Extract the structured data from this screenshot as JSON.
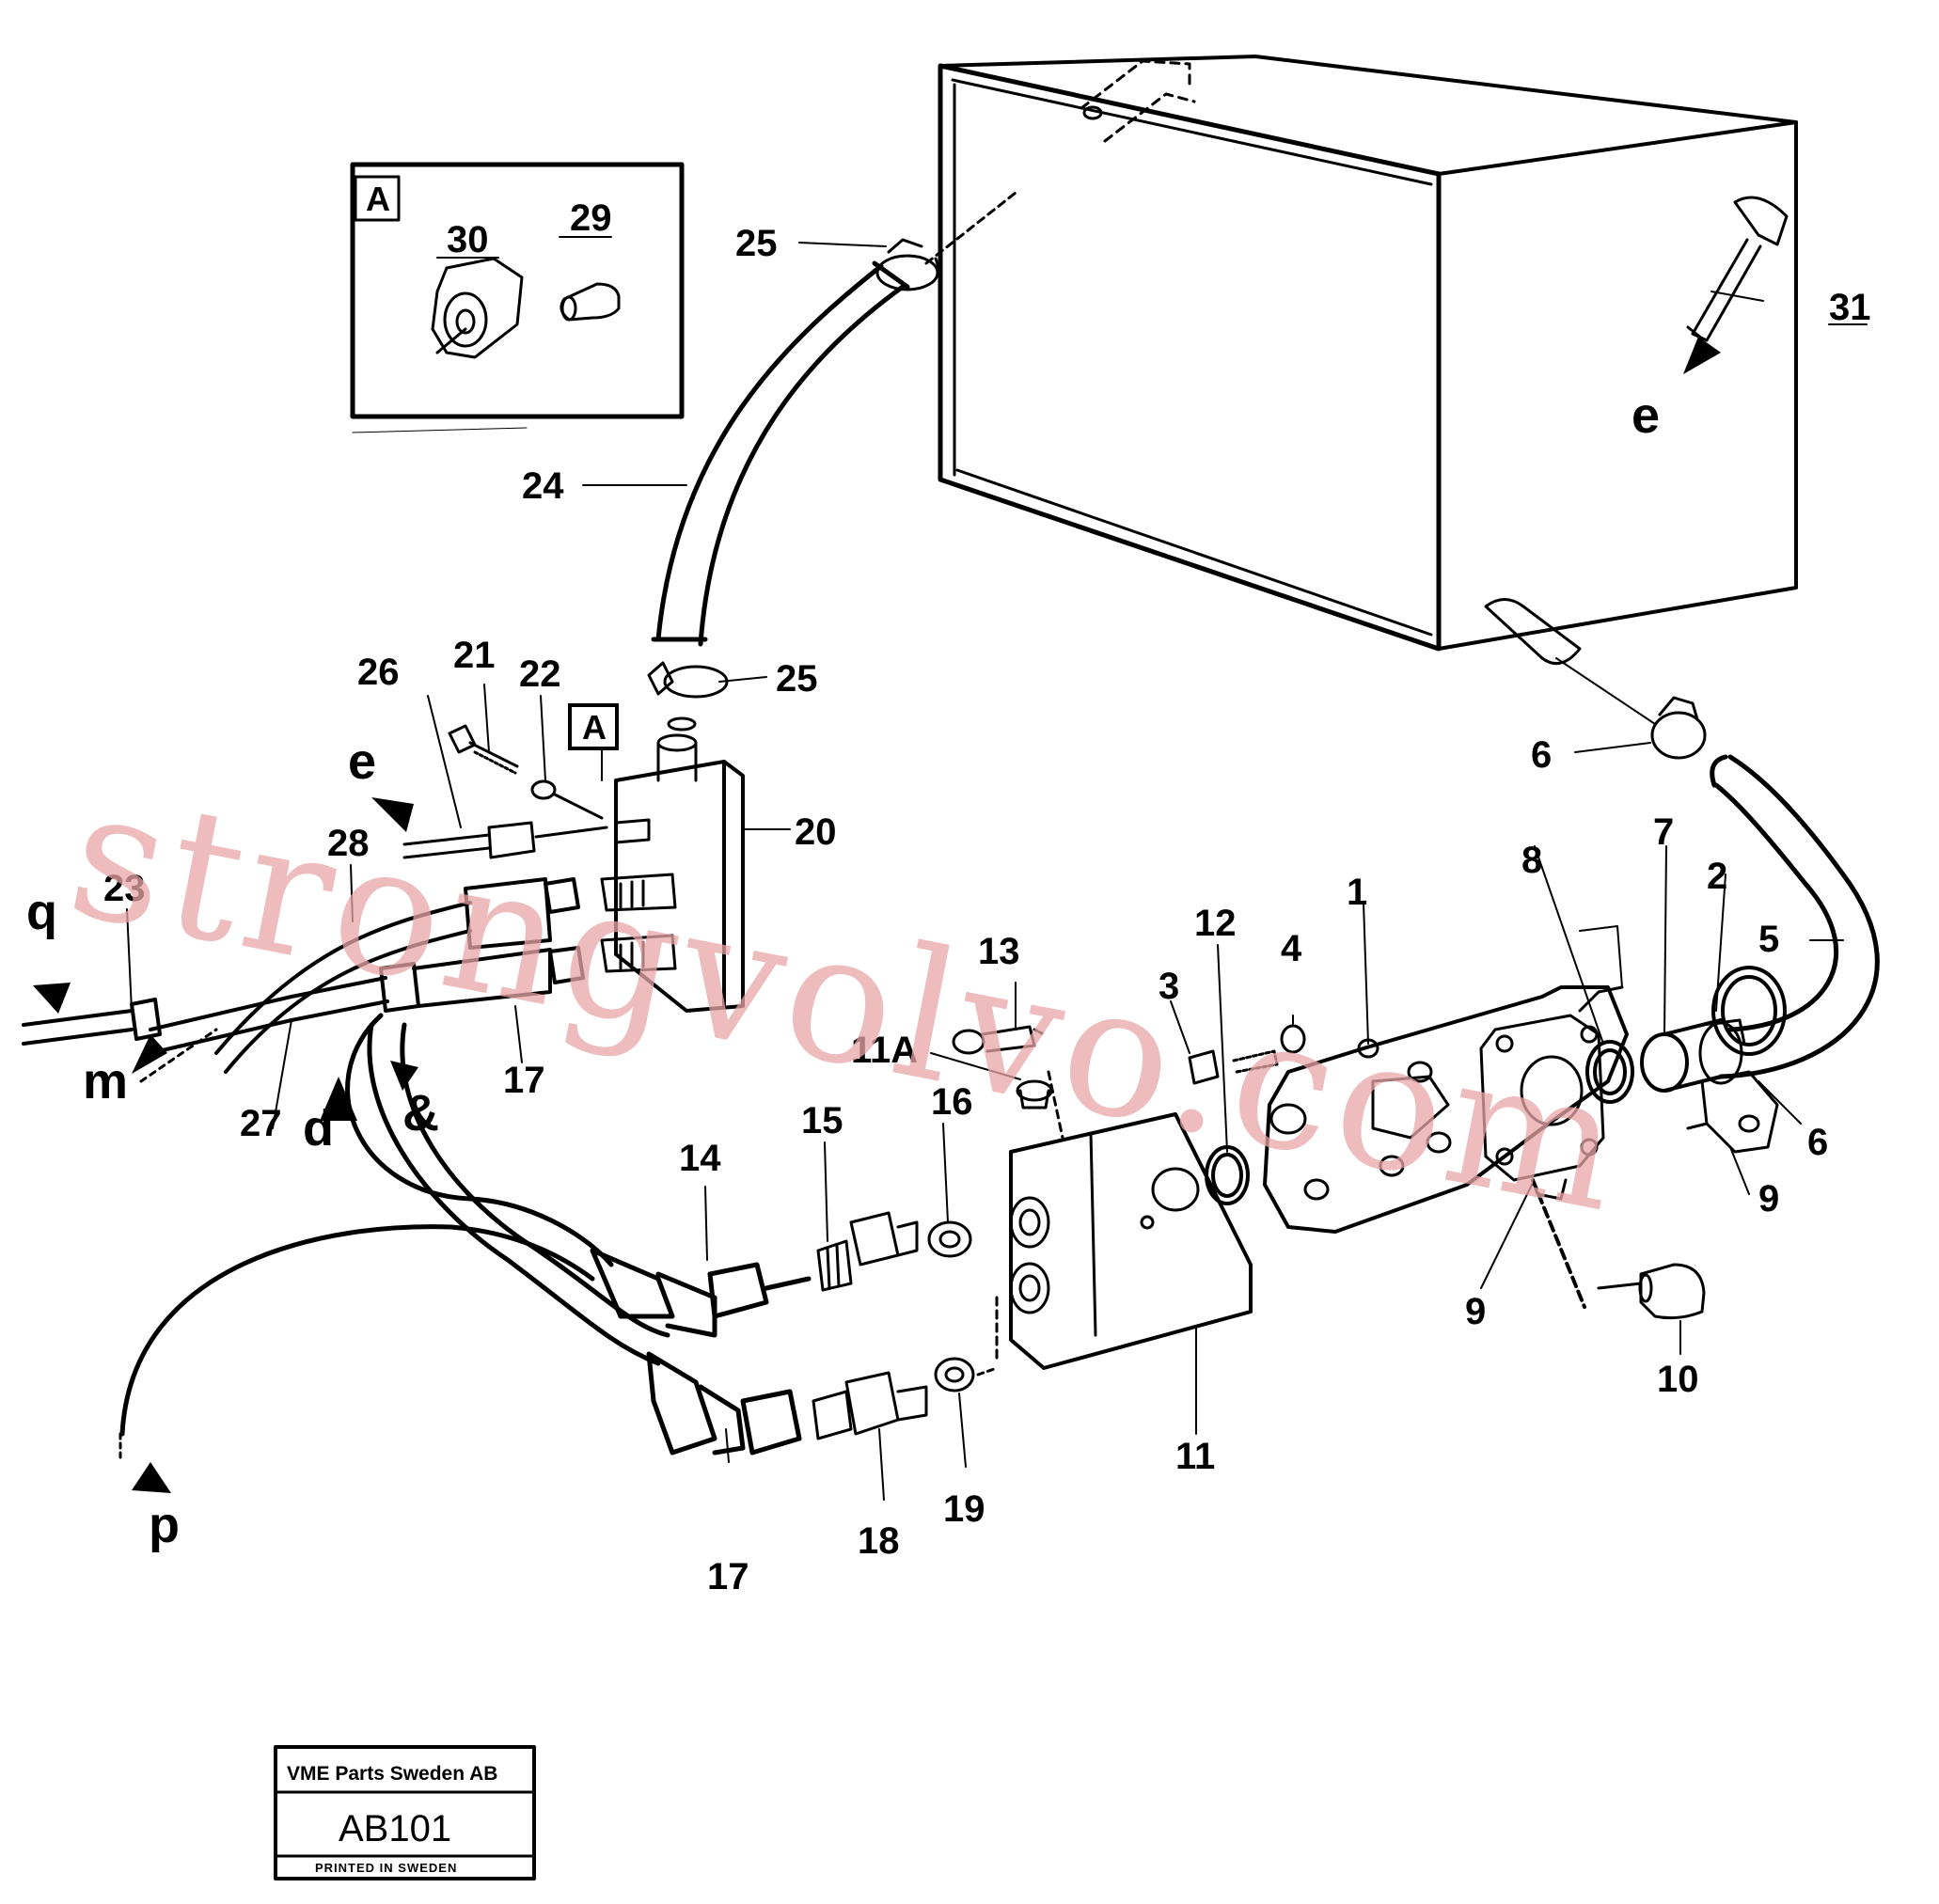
{
  "callouts": {
    "c1": "1",
    "c2": "2",
    "c3": "3",
    "c4": "4",
    "c5": "5",
    "c6a": "6",
    "c6b": "6",
    "c7": "7",
    "c8": "8",
    "c9a": "9",
    "c9b": "9",
    "c10": "10",
    "c11": "11",
    "c11a": "11A",
    "c12": "12",
    "c13": "13",
    "c14": "14",
    "c15": "15",
    "c16": "16",
    "c17a": "17",
    "c17b": "17",
    "c18": "18",
    "c19": "19",
    "c20": "20",
    "c21": "21",
    "c22": "22",
    "c23": "23",
    "c24": "24",
    "c25a": "25",
    "c25b": "25",
    "c26": "26",
    "c27": "27",
    "c28": "28",
    "c29": "29",
    "c30": "30",
    "c31": "31"
  },
  "flow_markers": {
    "e_left": "e",
    "e_right": "e",
    "q": "q",
    "m": "m",
    "d": "d",
    "amp": "&",
    "p": "p"
  },
  "detail_box": {
    "label": "A"
  },
  "reference_box": {
    "label": "A"
  },
  "watermark": "strongvolvo.com",
  "stamp": {
    "company": "VME Parts Sweden AB",
    "code": "AB101",
    "printed": "PRINTED IN SWEDEN"
  }
}
